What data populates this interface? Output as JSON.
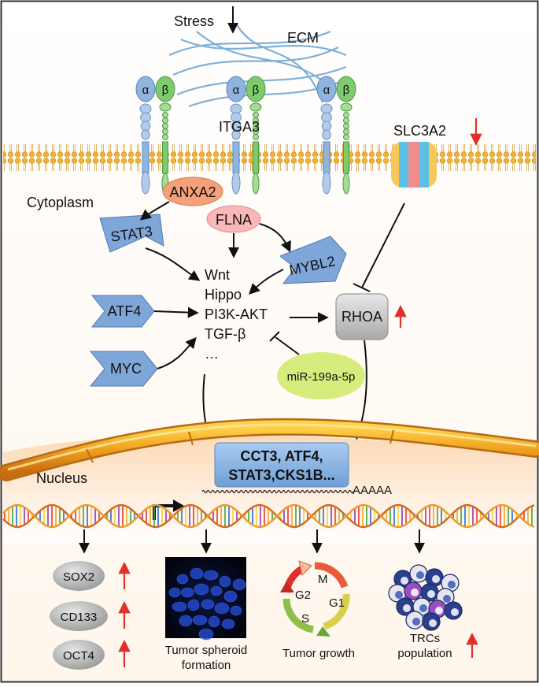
{
  "labels": {
    "stress": "Stress",
    "ecm": "ECM",
    "alpha": "α",
    "beta": "β",
    "itga3": "ITGA3",
    "slc3a2": "SLC3A2",
    "cytoplasm": "Cytoplasm",
    "nucleus": "Nucleus",
    "anxa2": "ANXA2",
    "flna": "FLNA",
    "stat3": "STAT3",
    "mybl2": "MYBL2",
    "atf4": "ATF4",
    "myc": "MYC",
    "rhoa": "RHOA",
    "mir": "miR-199a-5p",
    "pathways": [
      "Wnt",
      "Hippo",
      "PI3K-AKT",
      "TGF-β",
      "…"
    ],
    "targets_line1": "CCT3, ATF4,",
    "targets_line2": "STAT3,CKS1B...",
    "polya": "AAAAA",
    "sox2": "SOX2",
    "cd133": "CD133",
    "oct4": "OCT4",
    "spheroid_line1": "Tumor spheroid",
    "spheroid_line2": "formation",
    "tumor_growth": "Tumor growth",
    "trcs_line1": "TRCs",
    "trcs_line2": "population",
    "cycle_g1": "G1",
    "cycle_s": "S",
    "cycle_g2": "G2",
    "cycle_m": "M"
  },
  "colors": {
    "up_arrow": "#e0302a",
    "down_arrow": "#e0302a",
    "membrane": "#f2b134",
    "receptor_alpha": "#8fb4df",
    "receptor_beta": "#7fca6e",
    "blue_shapes": "#7fa6d8",
    "anxa2_fill": "#f6a07a",
    "flna_fill": "#f9b7b7",
    "mir_fill": "#d6ec7c",
    "rhoa_fill": "#cfcfcf",
    "target_box": "#8db7e6"
  }
}
